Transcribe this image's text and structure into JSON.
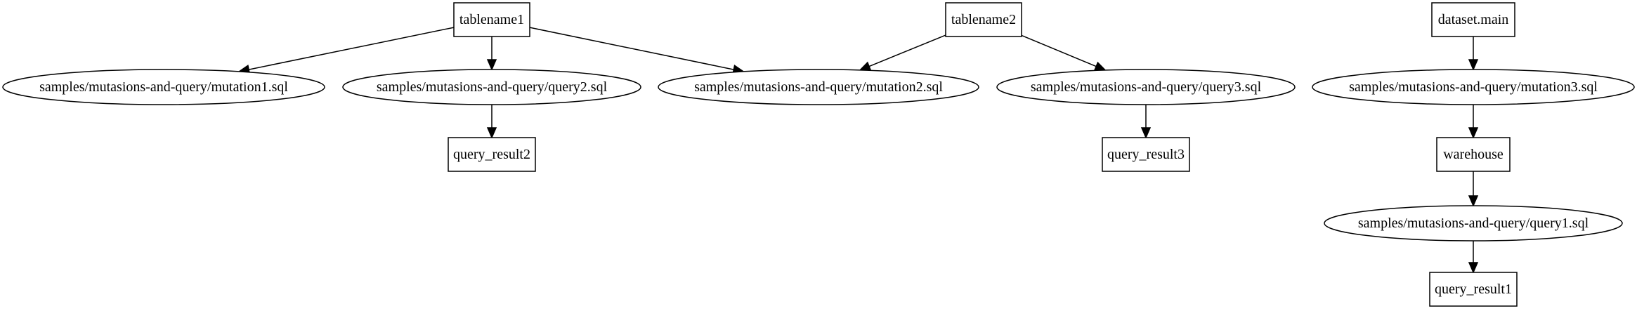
{
  "graph": {
    "nodes": [
      {
        "id": "tablename1",
        "label": "tablename1",
        "shape": "box"
      },
      {
        "id": "tablename2",
        "label": "tablename2",
        "shape": "box"
      },
      {
        "id": "dataset_main",
        "label": "dataset.main",
        "shape": "box"
      },
      {
        "id": "mutation1",
        "label": "samples/mutasions-and-query/mutation1.sql",
        "shape": "ellipse"
      },
      {
        "id": "query2",
        "label": "samples/mutasions-and-query/query2.sql",
        "shape": "ellipse"
      },
      {
        "id": "mutation2",
        "label": "samples/mutasions-and-query/mutation2.sql",
        "shape": "ellipse"
      },
      {
        "id": "query3",
        "label": "samples/mutasions-and-query/query3.sql",
        "shape": "ellipse"
      },
      {
        "id": "mutation3",
        "label": "samples/mutasions-and-query/mutation3.sql",
        "shape": "ellipse"
      },
      {
        "id": "query_result2",
        "label": "query_result2",
        "shape": "box"
      },
      {
        "id": "query_result3",
        "label": "query_result3",
        "shape": "box"
      },
      {
        "id": "warehouse",
        "label": "warehouse",
        "shape": "box"
      },
      {
        "id": "query1",
        "label": "samples/mutasions-and-query/query1.sql",
        "shape": "ellipse"
      },
      {
        "id": "query_result1",
        "label": "query_result1",
        "shape": "box"
      }
    ],
    "edges": [
      {
        "from": "tablename1",
        "to": "mutation1"
      },
      {
        "from": "tablename1",
        "to": "query2"
      },
      {
        "from": "tablename1",
        "to": "mutation2"
      },
      {
        "from": "tablename2",
        "to": "mutation2"
      },
      {
        "from": "tablename2",
        "to": "query3"
      },
      {
        "from": "dataset_main",
        "to": "mutation3"
      },
      {
        "from": "query2",
        "to": "query_result2"
      },
      {
        "from": "query3",
        "to": "query_result3"
      },
      {
        "from": "mutation3",
        "to": "warehouse"
      },
      {
        "from": "warehouse",
        "to": "query1"
      },
      {
        "from": "query1",
        "to": "query_result1"
      }
    ]
  }
}
